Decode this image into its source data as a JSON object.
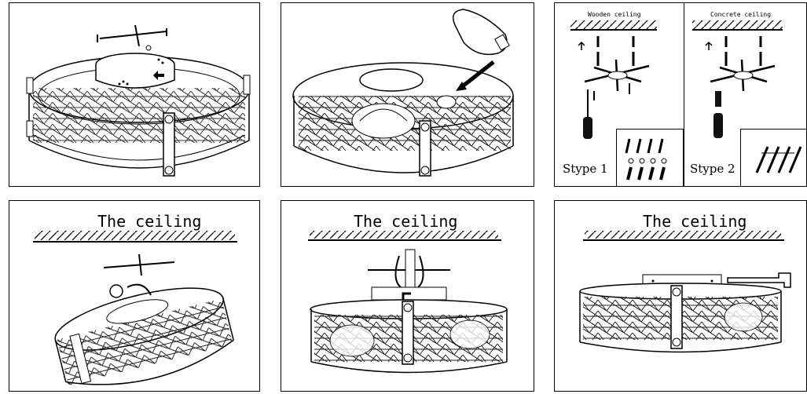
{
  "panels": [
    {
      "label": "Wooden ceiling",
      "type_label": "Stype 1"
    },
    {
      "label": "Concrete ceiling",
      "type_label": "Stype 2"
    }
  ],
  "ceiling_label": "The ceiling"
}
